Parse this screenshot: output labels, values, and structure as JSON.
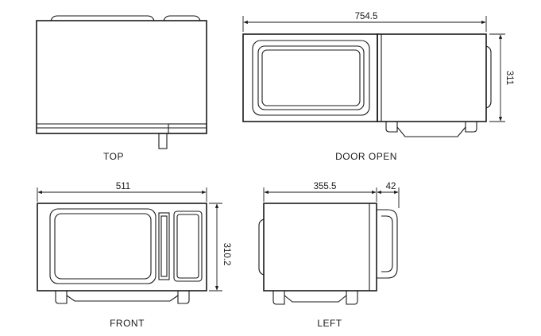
{
  "views": {
    "top": {
      "label": "TOP"
    },
    "door_open": {
      "label": "DOOR OPEN",
      "width_dim": "754.5",
      "height_dim": "311"
    },
    "front": {
      "label": "FRONT",
      "width_dim": "511",
      "height_dim": "310.2"
    },
    "left": {
      "label": "LEFT",
      "depth_dim": "355.5",
      "handle_dim": "42"
    }
  }
}
